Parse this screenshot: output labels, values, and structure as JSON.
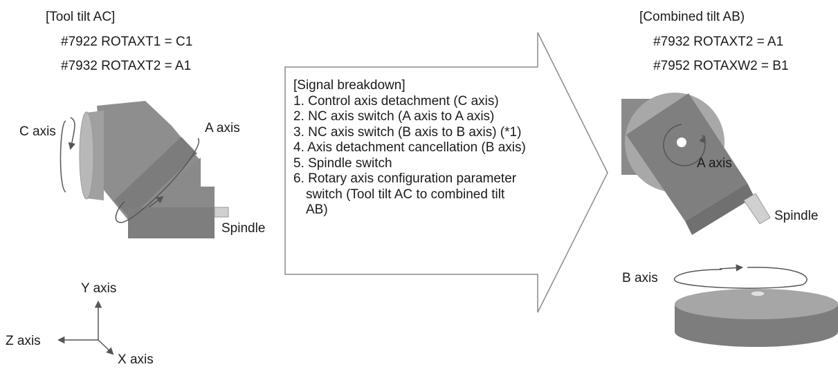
{
  "left_config": {
    "title": "[Tool tilt AC]",
    "param1": "#7922 ROTAXT1 = C1",
    "param2": "#7932 ROTAXT2 = A1",
    "labels": {
      "c_axis": "C axis",
      "a_axis": "A axis",
      "spindle": "Spindle"
    }
  },
  "right_config": {
    "title": "[Combined tilt AB)",
    "param1": "#7932 ROTAXT2 = A1",
    "param2": "#7952 ROTAXW2 = B1",
    "labels": {
      "a_axis": "A axis",
      "spindle": "Spindle",
      "b_axis": "B axis"
    }
  },
  "signal_breakdown": {
    "title": "[Signal breakdown]",
    "items": [
      "1. Control axis detachment (C axis)",
      "2. NC axis switch (A axis to A axis)",
      "3. NC axis switch (B axis to B axis) (*1)",
      "4. Axis detachment cancellation (B axis)",
      "5. Spindle switch",
      "6. Rotary axis configuration parameter"
    ],
    "item6_cont1": "switch (Tool tilt AC to combined tilt",
    "item6_cont2": "AB)"
  },
  "axes": {
    "y": "Y axis",
    "z": "Z axis",
    "x": "X axis"
  }
}
